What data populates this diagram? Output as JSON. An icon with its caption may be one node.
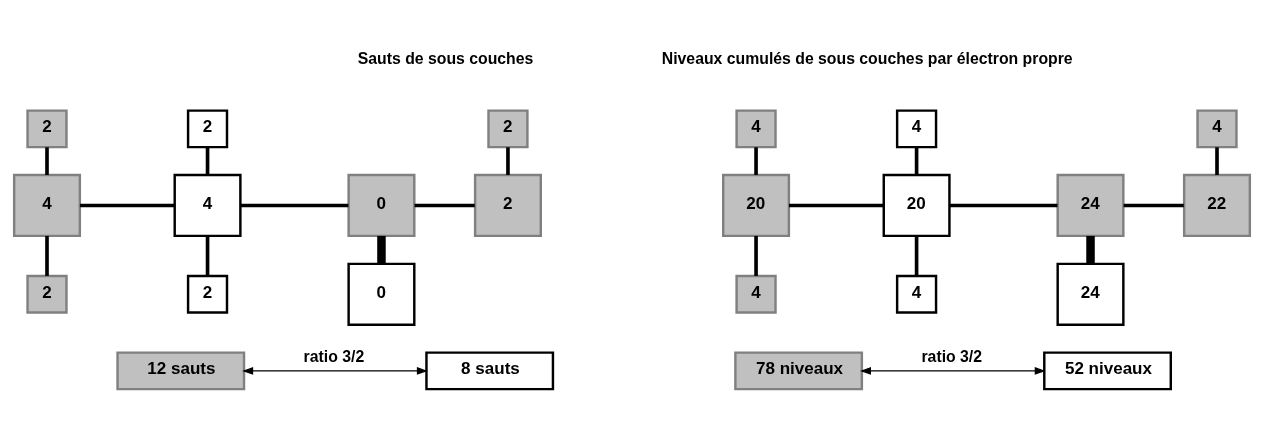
{
  "diagram": {
    "nodes": [
      {
        "text": [
          "2"
        ]
      },
      {
        "text": [
          "2"
        ]
      },
      {
        "text": [
          "2"
        ]
      },
      {
        "text": [
          "4"
        ]
      },
      {
        "text": [
          "4"
        ]
      },
      {
        "text": [
          "0"
        ]
      },
      {
        "text": [
          "2"
        ]
      },
      {
        "text": [
          "2"
        ]
      },
      {
        "text": [
          "2"
        ]
      },
      {
        "text": [
          "0"
        ]
      },
      {
        "text": [
          "12 sauts"
        ]
      },
      {
        "text": [
          "8 sauts"
        ]
      },
      {
        "text": [
          "4"
        ]
      },
      {
        "text": [
          "4"
        ]
      },
      {
        "text": [
          "4"
        ]
      },
      {
        "text": [
          "20"
        ]
      },
      {
        "text": [
          "20"
        ]
      },
      {
        "text": [
          "24"
        ]
      },
      {
        "text": [
          "22"
        ]
      },
      {
        "text": [
          "4"
        ]
      },
      {
        "text": [
          "4"
        ]
      },
      {
        "text": [
          "24"
        ]
      },
      {
        "text": [
          "78 niveaux"
        ]
      },
      {
        "text": [
          "52 niveaux"
        ]
      }
    ],
    "edges": [
      {
        "from": 0,
        "to": 3,
        "arrow": "none"
      },
      {
        "from": 1,
        "to": 4,
        "arrow": "none"
      },
      {
        "from": 2,
        "to": 6,
        "arrow": "none"
      },
      {
        "from": 3,
        "to": 4,
        "arrow": "none"
      },
      {
        "from": 4,
        "to": 5,
        "arrow": "none"
      },
      {
        "from": 5,
        "to": 6,
        "arrow": "none"
      },
      {
        "from": 3,
        "to": 7,
        "arrow": "none"
      },
      {
        "from": 4,
        "to": 8,
        "arrow": "none"
      },
      {
        "from": 5,
        "to": 9,
        "arrow": "none",
        "style": "thick"
      },
      {
        "from": 10,
        "to": 11,
        "arrow": "both",
        "label": "ratio 3/2"
      },
      {
        "from": 12,
        "to": 15,
        "arrow": "none"
      },
      {
        "from": 13,
        "to": 16,
        "arrow": "none"
      },
      {
        "from": 14,
        "to": 18,
        "arrow": "none"
      },
      {
        "from": 15,
        "to": 16,
        "arrow": "none"
      },
      {
        "from": 16,
        "to": 17,
        "arrow": "none"
      },
      {
        "from": 17,
        "to": 18,
        "arrow": "none"
      },
      {
        "from": 15,
        "to": 19,
        "arrow": "none"
      },
      {
        "from": 16,
        "to": 20,
        "arrow": "none"
      },
      {
        "from": 17,
        "to": 21,
        "arrow": "none",
        "style": "thick"
      },
      {
        "from": 22,
        "to": 23,
        "arrow": "both",
        "label": "ratio 3/2"
      }
    ],
    "labels": [
      "Sauts de sous couches",
      "Niveaux cumulés de sous couches par électron propre"
    ]
  }
}
